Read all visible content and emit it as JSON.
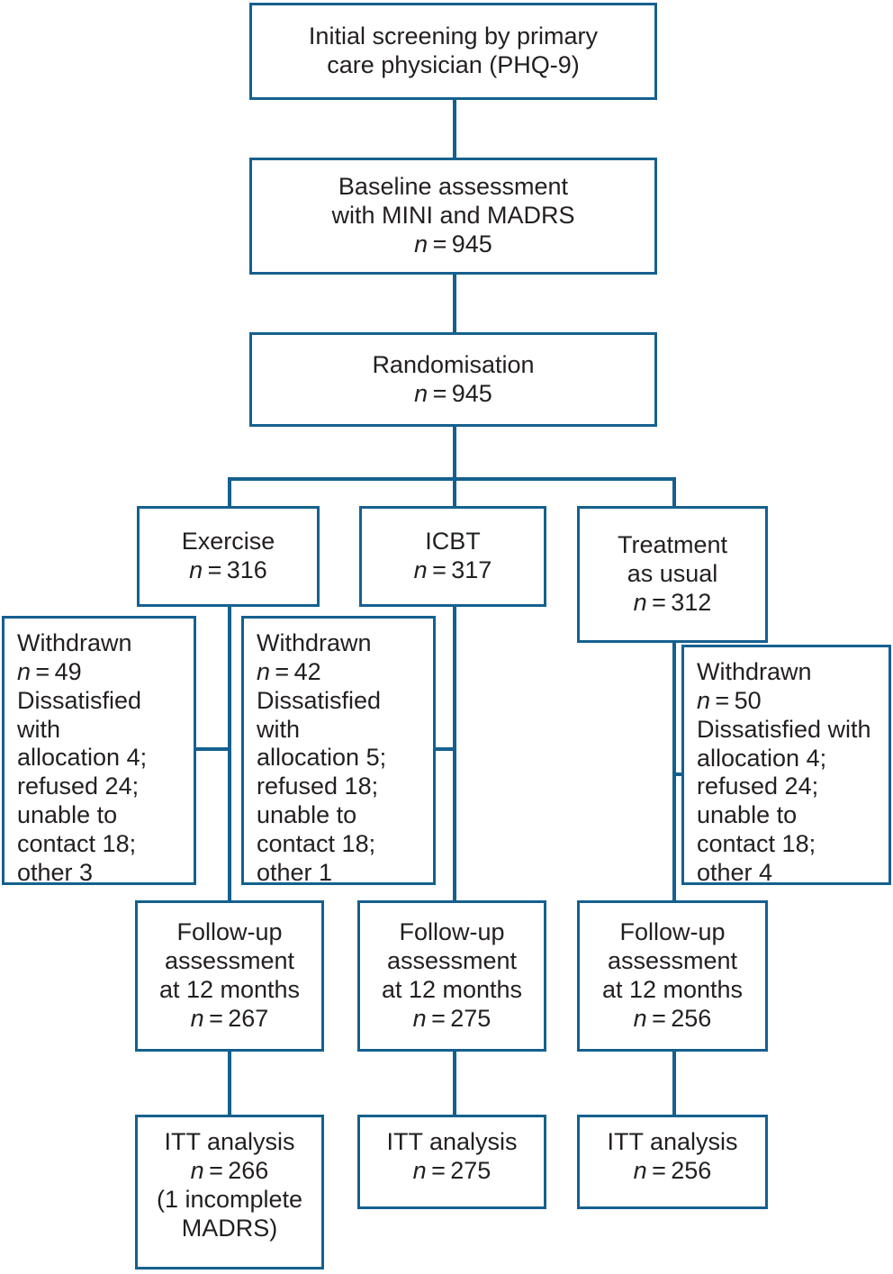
{
  "diagram": {
    "title": "CONSORT participant flow diagram",
    "accent_color": "#15608f",
    "text_color": "#231f20",
    "background": "#ffffff",
    "type": "flowchart"
  },
  "nodes": {
    "screening": {
      "label": "Initial screening by primary\ncare physician (PHQ-9)"
    },
    "baseline": {
      "label": "Baseline assessment\nwith MINI and MADRS\nn = 945"
    },
    "randomisation": {
      "label": "Randomisation\nn = 945"
    },
    "arm_exercise": {
      "label": "Exercise\nn = 316"
    },
    "arm_icbt": {
      "label": "ICBT\nn = 317"
    },
    "arm_tau": {
      "label": "Treatment\nas usual\nn = 312"
    },
    "withdrawn_exercise": {
      "label": "Withdrawn\nn = 49\nDissatisfied\nwith\nallocation 4;\nrefused 24;\nunable to\ncontact 18;\nother 3"
    },
    "withdrawn_icbt": {
      "label": "Withdrawn\nn = 42\nDissatisfied\nwith\nallocation 5;\nrefused 18;\nunable to\ncontact 18;\nother 1"
    },
    "withdrawn_tau": {
      "label": "Withdrawn\nn = 50\nDissatisfied with\nallocation 4;\nrefused 24;\nunable to\ncontact 18;\nother 4"
    },
    "followup_exercise": {
      "label": "Follow-up\nassessment\nat 12 months\nn = 267"
    },
    "followup_icbt": {
      "label": "Follow-up\nassessment\nat 12 months\nn = 275"
    },
    "followup_tau": {
      "label": "Follow-up\nassessment\nat 12 months\nn = 256"
    },
    "itt_exercise": {
      "label": "ITT analysis\nn = 266\n(1 incomplete\nMADRS)"
    },
    "itt_icbt": {
      "label": "ITT analysis\nn = 275"
    },
    "itt_tau": {
      "label": "ITT analysis\nn = 256"
    }
  },
  "chart_data": {
    "type": "flowchart",
    "title": "CONSORT participant flow diagram",
    "stages": [
      {
        "stage": "Initial screening by primary care physician (PHQ-9)",
        "n": null
      },
      {
        "stage": "Baseline assessment with MINI and MADRS",
        "n": 945
      },
      {
        "stage": "Randomisation",
        "n": 945
      }
    ],
    "arms": [
      {
        "name": "Exercise",
        "allocated": 316,
        "withdrawn": 49,
        "withdrawn_reasons": {
          "dissatisfied with allocation": 4,
          "refused": 24,
          "unable to contact": 18,
          "other": 3
        },
        "followup_12_months": 267,
        "itt_analysis": 266,
        "itt_note": "1 incomplete MADRS"
      },
      {
        "name": "ICBT",
        "allocated": 317,
        "withdrawn": 42,
        "withdrawn_reasons": {
          "dissatisfied with allocation": 5,
          "refused": 18,
          "unable to contact": 18,
          "other": 1
        },
        "followup_12_months": 275,
        "itt_analysis": 275,
        "itt_note": null
      },
      {
        "name": "Treatment as usual",
        "allocated": 312,
        "withdrawn": 50,
        "withdrawn_reasons": {
          "dissatisfied with allocation": 4,
          "refused": 24,
          "unable to contact": 18,
          "other": 4
        },
        "followup_12_months": 256,
        "itt_analysis": 256,
        "itt_note": null
      }
    ]
  }
}
